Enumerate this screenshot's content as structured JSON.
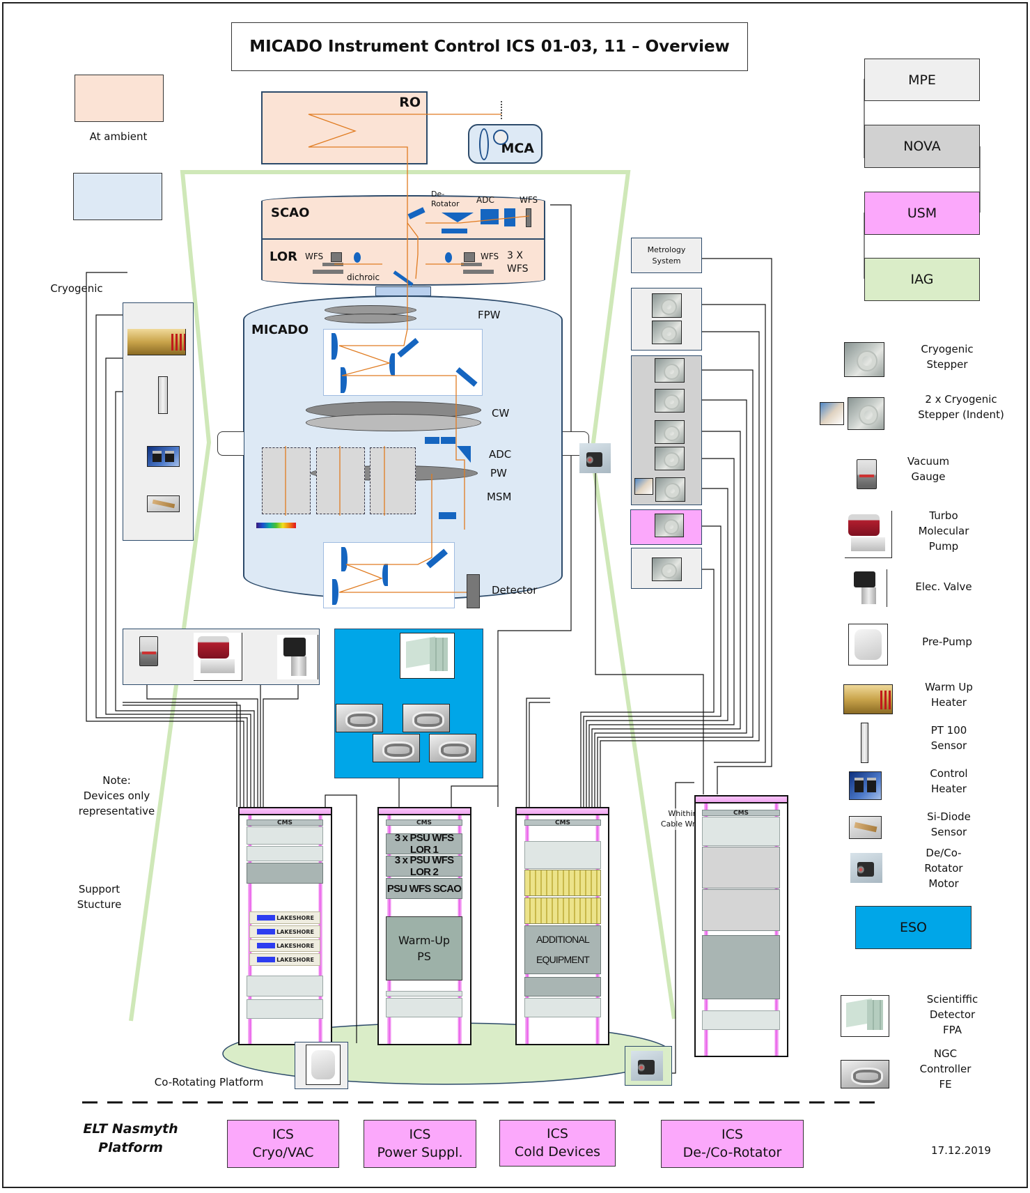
{
  "title": "MICADO Instrument Control ICS 01-03, 11 – Overview",
  "date": "17.12.2019",
  "legend": {
    "temperature": [
      {
        "label": "At ambient",
        "color": "#fbe3d5"
      },
      {
        "label": "",
        "color": "#dde9f5"
      }
    ],
    "cryogenic_label": "Cryogenic",
    "partners": [
      {
        "label": "MPE",
        "color": "#efefef"
      },
      {
        "label": "NOVA",
        "color": "#d1d1d1"
      },
      {
        "label": "USM",
        "color": "#fba8fb"
      },
      {
        "label": "IAG",
        "color": "#daedc8"
      },
      {
        "label": "ESO",
        "color": "#00a6e8"
      }
    ],
    "devices": [
      {
        "icon": "cryogenic-stepper-icon",
        "label": "Cryogenic\nStepper"
      },
      {
        "icon": "cryogenic-stepper-indent-icon",
        "label": "2 x Cryogenic\nStepper (Indent)"
      },
      {
        "icon": "vacuum-gauge-icon",
        "label": "Vacuum\nGauge"
      },
      {
        "icon": "turbo-molecular-pump-icon",
        "label": "Turbo\nMolecular\nPump"
      },
      {
        "icon": "electric-valve-icon",
        "label": "Elec. Valve"
      },
      {
        "icon": "pre-pump-icon",
        "label": "Pre-Pump"
      },
      {
        "icon": "warm-up-heater-icon",
        "label": "Warm Up\nHeater"
      },
      {
        "icon": "pt100-sensor-icon",
        "label": "PT 100\nSensor"
      },
      {
        "icon": "control-heater-icon",
        "label": "Control\nHeater"
      },
      {
        "icon": "si-diode-sensor-icon",
        "label": "Si-Diode\nSensor"
      },
      {
        "icon": "rotator-motor-icon",
        "label": "De/Co-\nRotator\nMotor"
      },
      {
        "icon": "detector-fpa-icon",
        "label": "Scientiffic\nDetector\nFPA"
      },
      {
        "icon": "ngc-controller-icon",
        "label": "NGC\nController\nFE"
      }
    ]
  },
  "optics": {
    "ro": {
      "label": "RO"
    },
    "mca": {
      "label": "MCA"
    },
    "scao": {
      "label": "SCAO",
      "derotator": "De-\nRotator",
      "adc": "ADC",
      "wfs": "WFS"
    },
    "lor": {
      "label": "LOR",
      "wfs_left": "WFS",
      "wfs_right": "WFS",
      "three_wfs": "3 X\nWFS",
      "dichroic": "dichroic"
    },
    "micado": {
      "label": "MICADO",
      "fpw": "FPW",
      "cw": "CW",
      "adc": "ADC",
      "pw": "PW",
      "msm": "MSM",
      "detector": "Detector"
    }
  },
  "metrology": {
    "label": "Metrology\nSystem"
  },
  "notes": {
    "devices_note": "Note:\nDevices only\nrepresentative",
    "support": "Support\nStucture",
    "cable_wrap": "Whithin\nCable Wrap",
    "platform": "Co-Rotating Platform",
    "nasmyth": "ELT Nasmyth\nPlatform"
  },
  "racks": [
    {
      "cms": "CMS",
      "units": [
        "LAKESHORE",
        "LAKESHORE",
        "LAKESHORE",
        "LAKESHORE"
      ]
    },
    {
      "cms": "CMS",
      "units": [
        "3 x PSU WFS LOR 1",
        "3 x PSU WFS LOR 2",
        "PSU WFS SCAO"
      ],
      "block": "Warm-Up\nPS"
    },
    {
      "cms": "CMS",
      "block": "ADDITIONAL\n\nEQUIPMENT"
    },
    {
      "cms": "CMS"
    }
  ],
  "ics": [
    {
      "label": "ICS\nCryo/VAC"
    },
    {
      "label": "ICS\nPower Suppl."
    },
    {
      "label": "ICS\nCold Devices"
    },
    {
      "label": "ICS\nDe-/Co-Rotator"
    }
  ]
}
